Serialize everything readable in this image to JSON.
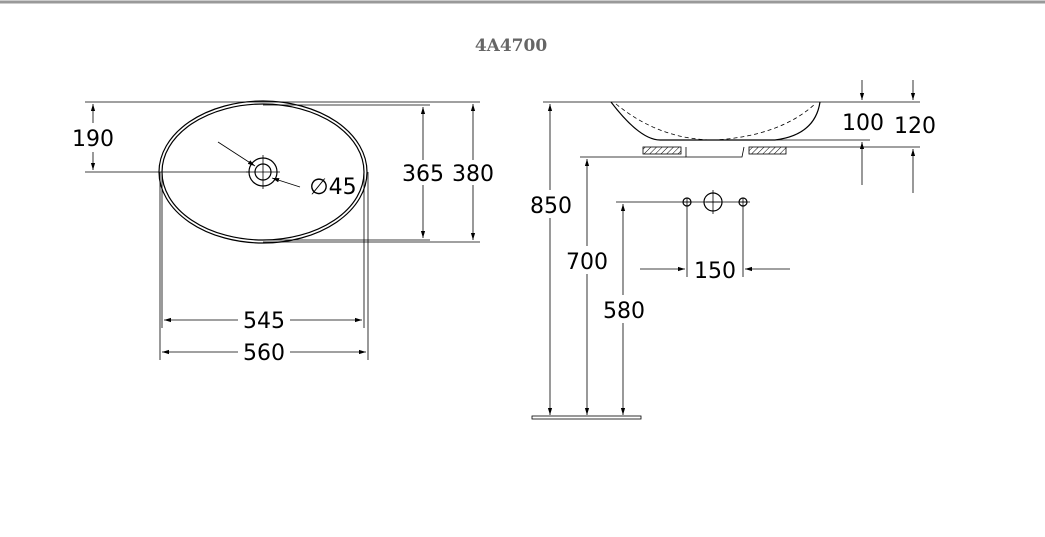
{
  "title": "4A4700",
  "top_view": {
    "dim_drain_offset": "190",
    "dim_drain_diameter": "∅45",
    "dim_inner_depth": "365",
    "dim_outer_depth": "380",
    "dim_inner_width": "545",
    "dim_outer_width": "560"
  },
  "side_view": {
    "dim_bowl_height": "100",
    "dim_total_height": "120",
    "dim_rim_height": "850",
    "dim_counter_height": "700",
    "dim_supply_height": "580",
    "dim_supply_spacing": "150"
  },
  "colors": {
    "line": "#000000",
    "title": "#666666",
    "top_border": "#999999"
  }
}
